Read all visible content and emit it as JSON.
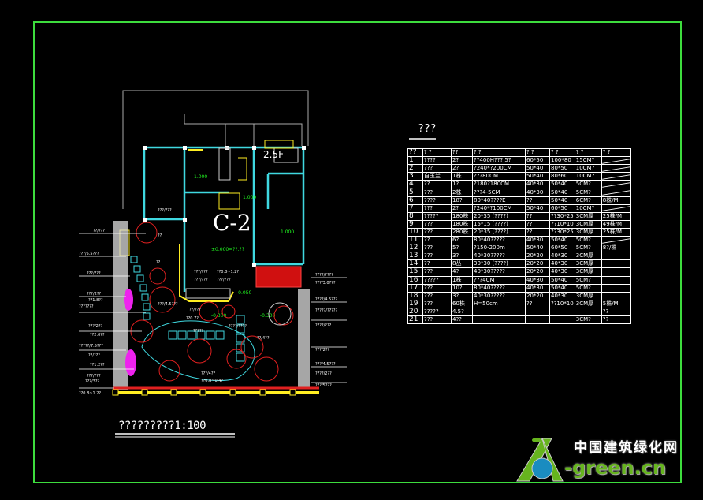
{
  "drawing": {
    "plan_code": "C-2",
    "floor_label": "2.5F",
    "sheet_title": "?????????1:100",
    "elevations": [
      "1.000",
      "1.000",
      "1.000",
      "±0.000=??.??",
      "-0.050",
      "-0.300",
      "-0.300"
    ],
    "left_labels": [
      "??/???",
      "???/5.5???",
      "???/???",
      "???/2??",
      "???????",
      "???/2??",
      "?????/7.5???",
      "??/???",
      "???/???",
      "???/3??",
      "??1.8??",
      "??2.0??",
      "??1.2??",
      "??0.8~1.2?"
    ],
    "right_labels": [
      "????/????",
      "???/3.0???",
      "????/4.5???",
      "?????/?????",
      "????/???",
      "???/2??",
      "???/4.5???",
      "????/2??",
      "???/5???"
    ],
    "inner_labels": [
      "???/???",
      "??",
      "??",
      "???/???",
      "???/???",
      "??0.8~1.2?",
      "??0.7?",
      "???/4.5???",
      "??/???",
      "???/???",
      "?????",
      "????/????",
      "??/4??",
      "???/4??",
      "??0.8~0.4?"
    ]
  },
  "table": {
    "title": "???",
    "headers": [
      "??",
      "? ?",
      "??",
      "? ?",
      "? ?",
      "? ?",
      "? ?",
      "? ?"
    ],
    "rows": [
      [
        "1",
        "????",
        "2?",
        "??400H???.5?",
        "60*50",
        "100*80",
        "15CM?",
        ""
      ],
      [
        "2",
        "???",
        "2?",
        "?240*?200CM",
        "50*40",
        "80*50",
        "10CM?",
        ""
      ],
      [
        "3",
        "自玉兰",
        "1株",
        "???80CM",
        "50*40",
        "80*60",
        "10CM?",
        ""
      ],
      [
        "4",
        "??",
        "1?",
        "?180?180CM",
        "40*30",
        "50*40",
        "5CM?",
        ""
      ],
      [
        "5",
        "???",
        "2株",
        "???4-5CM",
        "40*30",
        "50*40",
        "5CM?",
        ""
      ],
      [
        "6",
        "????",
        "18?",
        "80*40????E",
        "??",
        "50*40",
        "6CM?",
        "8株/M"
      ],
      [
        "7",
        "???",
        "2?",
        "?240*?100CM",
        "50*40",
        "60*50",
        "10CM?",
        ""
      ],
      [
        "8",
        "?????",
        "180株",
        "20*35 (????)",
        "??",
        "??30*25",
        "3CM厚",
        "25株/M"
      ],
      [
        "9",
        "???",
        "180株",
        "15*15 (????)",
        "??",
        "??10*10",
        "3CM厚",
        "49株/M"
      ],
      [
        "10",
        "???",
        "280株",
        "20*35 (????)",
        "??",
        "??30*25",
        "3CM厚",
        "25株/M"
      ],
      [
        "11",
        "??",
        "6?",
        "80*40?????",
        "40*30",
        "50*40",
        "5CM?",
        ""
      ],
      [
        "12",
        "???",
        "5?",
        "?150-200m",
        "50*40",
        "60*50",
        "5CM?",
        "8?/株"
      ],
      [
        "13",
        "???",
        "3?",
        "40*30?????",
        "20*20",
        "40*30",
        "3CM厚",
        ""
      ],
      [
        "14",
        "??",
        "8丛",
        "30*30 (????)",
        "20*20",
        "40*30",
        "3CM厚",
        ""
      ],
      [
        "15",
        "???",
        "4?",
        "40*30?????",
        "20*20",
        "40*30",
        "3CM厚",
        ""
      ],
      [
        "16",
        "?????",
        "1株",
        "???4CM",
        "40*30",
        "50*40",
        "5CM?",
        ""
      ],
      [
        "17",
        "???",
        "10?",
        "80*40?????",
        "40*30",
        "50*40",
        "5CM?",
        ""
      ],
      [
        "18",
        "???",
        "3?",
        "40*30?????",
        "20*20",
        "40*30",
        "3CM厚",
        ""
      ],
      [
        "19",
        "???",
        "60株",
        "H=50cm",
        "??",
        "??10*10",
        "3CM厚",
        "5株/M"
      ],
      [
        "20",
        "?????",
        "4.5?",
        "",
        "",
        "",
        "",
        "??"
      ],
      [
        "21",
        "???",
        "4??",
        "",
        "",
        "",
        "3CM?",
        "??"
      ]
    ],
    "slash_rows": [
      0,
      1,
      2,
      3,
      4,
      6,
      10
    ]
  },
  "watermark": {
    "cn": "中国建筑绿化网",
    "en": "-green.cn"
  },
  "colors": {
    "frame": "#3ddc3d",
    "wall": "#3fd8e0",
    "tree": "#e02020",
    "accent": "#ffee22",
    "shrub": "#ee22ee"
  }
}
